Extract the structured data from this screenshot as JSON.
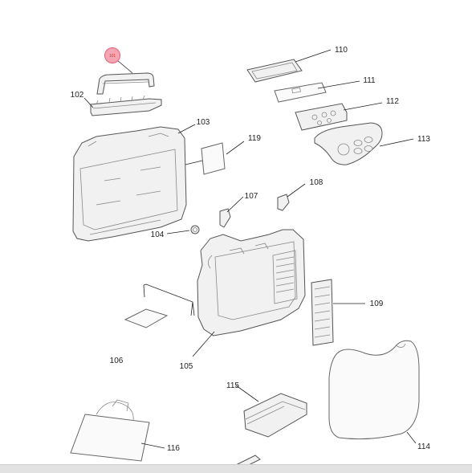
{
  "diagram": {
    "callouts": [
      {
        "id": "101",
        "label": "101",
        "highlighted": true
      },
      {
        "id": "102",
        "label": "102"
      },
      {
        "id": "103",
        "label": "103"
      },
      {
        "id": "104",
        "label": "104"
      },
      {
        "id": "105",
        "label": "105"
      },
      {
        "id": "106",
        "label": "106"
      },
      {
        "id": "107",
        "label": "107"
      },
      {
        "id": "108",
        "label": "108"
      },
      {
        "id": "109",
        "label": "109"
      },
      {
        "id": "110",
        "label": "110"
      },
      {
        "id": "111",
        "label": "111"
      },
      {
        "id": "112",
        "label": "112"
      },
      {
        "id": "113",
        "label": "113"
      },
      {
        "id": "114",
        "label": "114"
      },
      {
        "id": "115",
        "label": "115"
      },
      {
        "id": "116",
        "label": "116"
      },
      {
        "id": "119",
        "label": "119"
      }
    ]
  },
  "colors": {
    "highlight_fill": "#f6a5b3",
    "highlight_stroke": "#e0607a",
    "highlight_text": "#c0392b",
    "line": "#222222",
    "part_fill": "#f1f1f1",
    "bottom_bar": "#e2e2e2"
  }
}
